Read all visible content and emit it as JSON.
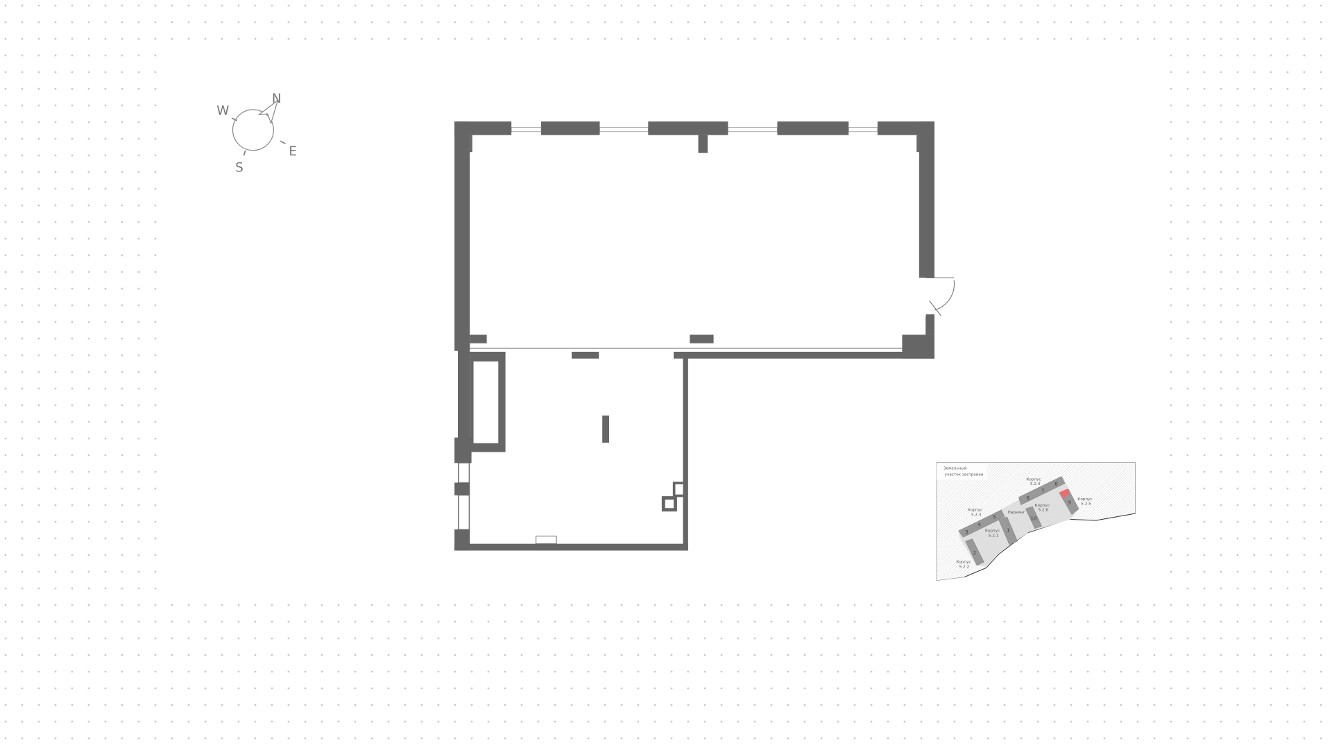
{
  "compass": {
    "north": "N",
    "east": "E",
    "south": "S",
    "west": "W"
  },
  "colors": {
    "wall": "#666666",
    "highlight": "#f26b6b",
    "grid_dot": "#c8c8c8"
  },
  "site_plan": {
    "land_label_line1": "Земельный",
    "land_label_line2": "участок застройки",
    "parking_label": "Паркинг",
    "buildings": [
      {
        "label": "Корпус",
        "code": "5.2.1"
      },
      {
        "label": "Корпус",
        "code": "5.2.2"
      },
      {
        "label": "Корпус",
        "code": "5.2.3"
      },
      {
        "label": "Корпус",
        "code": "5.2.4"
      },
      {
        "label": "Корпус",
        "code": "5.2.5"
      },
      {
        "label": "Корпус",
        "code": "5.2.6"
      }
    ],
    "sections": [
      "1",
      "2",
      "3",
      "4",
      "5",
      "6",
      "7",
      "8",
      "9",
      "10"
    ],
    "highlighted_section": "9"
  }
}
